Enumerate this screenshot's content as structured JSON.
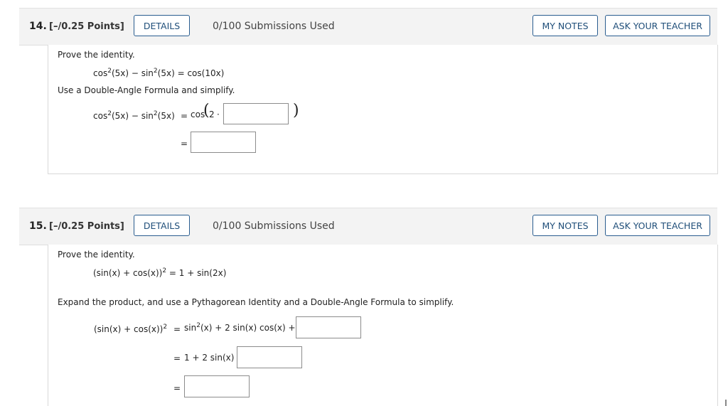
{
  "q14": {
    "number": "14.",
    "points": "[–/0.25 Points]",
    "details_label": "DETAILS",
    "submissions": "0/100 Submissions Used",
    "my_notes_label": "MY NOTES",
    "ask_teacher_label": "ASK YOUR TEACHER",
    "prompt": "Prove the identity.",
    "identity": {
      "a": "cos",
      "a_sup": "2",
      "b": "(5x) − sin",
      "b_sup": "2",
      "c": "(5x) = cos(10x)"
    },
    "instruction": "Use a Double-Angle Formula and simplify.",
    "step1_lhs": {
      "a": "cos",
      "a_sup": "2",
      "b": "(5x) − sin",
      "b_sup": "2",
      "c": "(5x)"
    },
    "equals": "=",
    "step1_rhs_prefix": "cos",
    "open_paren": "(",
    "close_paren": ")",
    "two": "2",
    "dot": "·",
    "answer1_value": "",
    "answer2_value": ""
  },
  "q15": {
    "number": "15.",
    "points": "[–/0.25 Points]",
    "details_label": "DETAILS",
    "submissions": "0/100 Submissions Used",
    "my_notes_label": "MY NOTES",
    "ask_teacher_label": "ASK YOUR TEACHER",
    "prompt": "Prove the identity.",
    "identity": {
      "a": "(sin(x) + cos(x))",
      "a_sup": "2",
      "b": " = 1 + sin(2x)"
    },
    "instruction": "Expand the product, and use a Pythagorean Identity and a Double-Angle Formula to simplify.",
    "step1_lhs": {
      "a": "(sin(x) + cos(x))",
      "a_sup": "2"
    },
    "equals": "=",
    "step1_rhs": {
      "a": "sin",
      "a_sup": "2",
      "b": "(x) + 2 sin(x) cos(x) +"
    },
    "step2_rhs": "1 + 2 sin(x)",
    "answer1_value": "",
    "answer2_value": "",
    "answer3_value": ""
  }
}
